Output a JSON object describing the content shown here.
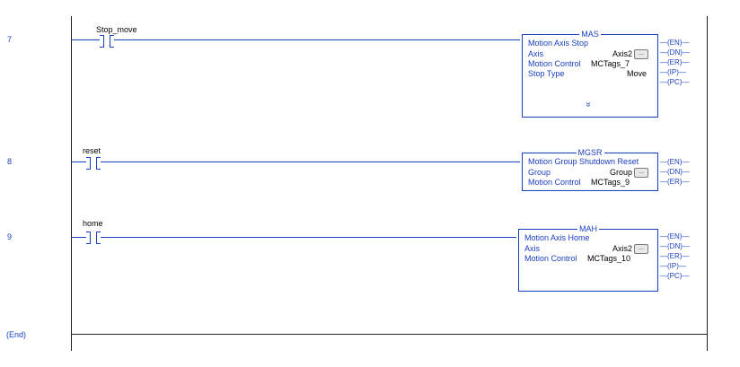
{
  "rungs": [
    {
      "number": "7",
      "contact_tag": "Stop_move",
      "instruction": {
        "mnemonic": "MAS",
        "description": "Motion Axis Stop",
        "params": [
          {
            "label": "Axis",
            "value": "Axis2",
            "browse": "..."
          },
          {
            "label": "Motion Control",
            "value": "MCTags_7"
          },
          {
            "label": "Stop Type",
            "value": "Move"
          }
        ],
        "expand_glyph": "»"
      },
      "outputs": [
        "EN",
        "DN",
        "ER",
        "IP",
        "PC"
      ]
    },
    {
      "number": "8",
      "contact_tag": "reset",
      "instruction": {
        "mnemonic": "MGSR",
        "description": "Motion Group Shutdown Reset",
        "params": [
          {
            "label": "Group",
            "value": "Group",
            "browse": "..."
          },
          {
            "label": "Motion Control",
            "value": "MCTags_9"
          }
        ]
      },
      "outputs": [
        "EN",
        "DN",
        "ER"
      ]
    },
    {
      "number": "9",
      "contact_tag": "home",
      "instruction": {
        "mnemonic": "MAH",
        "description": "Motion Axis Home",
        "params": [
          {
            "label": "Axis",
            "value": "Axis2",
            "browse": "..."
          },
          {
            "label": "Motion Control",
            "value": "MCTags_10"
          }
        ]
      },
      "outputs": [
        "EN",
        "DN",
        "ER",
        "IP",
        "PC"
      ]
    }
  ],
  "end_label": "(End)",
  "colors": {
    "ladder": "#1a3fbf",
    "rail": "#222222",
    "background": "#ffffff"
  }
}
